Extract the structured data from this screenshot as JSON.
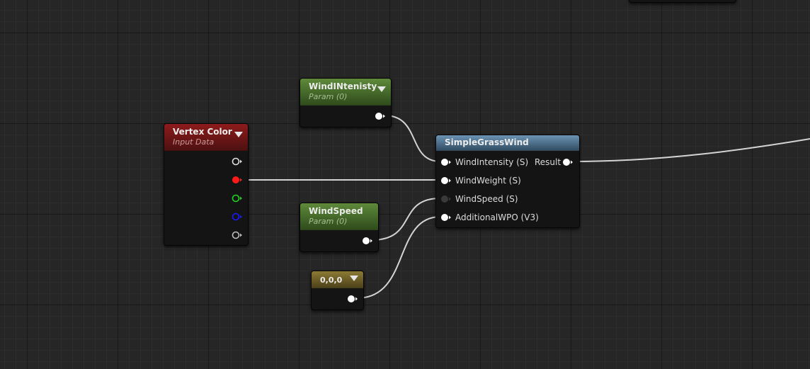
{
  "graph": {
    "nodes": {
      "vertex_color": {
        "title": "Vertex Color",
        "subtitle": "Input Data",
        "subtitle_color": "#c99a9a",
        "pin_colors": [
          "#e0e0e0",
          "#ff1a1a",
          "#22d422",
          "#1a1aff",
          "#bdbdbd"
        ]
      },
      "wind_intensity": {
        "title": "WindINtenisty",
        "subtitle": "Param (0)",
        "subtitle_color": "#a7bd92"
      },
      "wind_speed": {
        "title": "WindSpeed",
        "subtitle": "Param (0)",
        "subtitle_color": "#a7bd92"
      },
      "constant": {
        "title": "0,0,0"
      },
      "simple_grass_wind": {
        "title": "SimpleGrassWind",
        "inputs": [
          "WindIntensity (S)",
          "WindWeight (S)",
          "WindSpeed (S)",
          "AdditionalWPO (V3)"
        ],
        "output": "Result"
      }
    },
    "colors": {
      "wire": "#d4d4d4",
      "pin_connected": "#ffffff",
      "pin_unconnected": "#3a3a3a"
    }
  }
}
